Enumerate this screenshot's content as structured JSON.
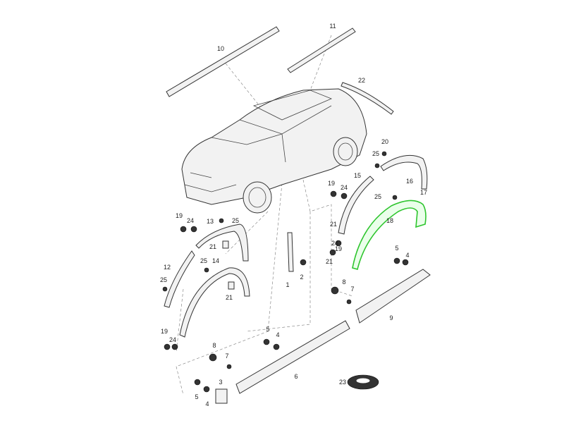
{
  "diagram": {
    "highlight_color": "#2ec52e",
    "highlighted_part": "18",
    "callouts": [
      "10",
      "11",
      "22",
      "20",
      "25",
      "16",
      "17",
      "15",
      "19",
      "24",
      "25",
      "18",
      "21",
      "24",
      "19",
      "21",
      "5",
      "4",
      "19",
      "24",
      "13",
      "25",
      "21",
      "12",
      "25",
      "14",
      "25",
      "21",
      "1",
      "2",
      "8",
      "7",
      "9",
      "19",
      "24",
      "5",
      "4",
      "8",
      "7",
      "6",
      "3",
      "5",
      "4",
      "23"
    ]
  }
}
